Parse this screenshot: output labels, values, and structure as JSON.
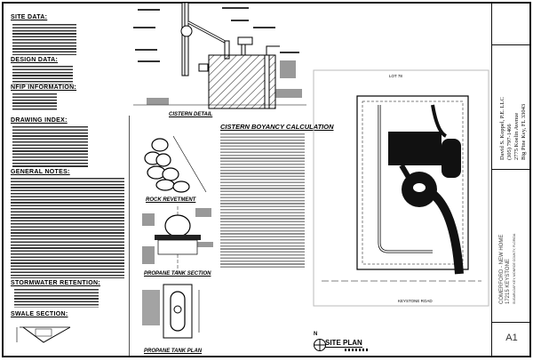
{
  "notes": {
    "site_data": "SITE DATA:",
    "design_data": "DESIGN DATA:",
    "nfip": "NFIP INFORMATION:",
    "drawing_index": "DRAWING INDEX:",
    "general_notes": "GENERAL NOTES:",
    "stormwater": "STORMWATER RETENTION:",
    "swale": "SWALE SECTION:"
  },
  "details": {
    "cistern_detail": "CISTERN DETAIL",
    "cistern_calc": "CISTERN BOYANCY CALCULATION",
    "rock_revetment": "ROCK REVETMENT",
    "propane_section": "PROPANE TANK SECTION",
    "propane_plan": "PROPANE TANK PLAN"
  },
  "site_plan": {
    "title": "SITE PLAN",
    "north": "N",
    "lot_top": "LOT 78",
    "road": "KEYSTONE ROAD"
  },
  "title_block": {
    "firm": "David S. Koppel, P.E. LLC",
    "phone": "(305) 797-1466",
    "address": "2775 Koelin Avenue",
    "city": "Big Pine Key, FL 33043",
    "project": "COMERFORD - NEW HOME",
    "project_address": "17215 KEYSTONE",
    "project_location": "SUGARLOAF KEY, MONROE COUNTY, FLORIDA",
    "sheet": "A1"
  }
}
